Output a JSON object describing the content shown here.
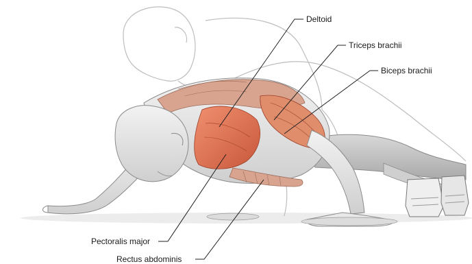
{
  "diagram": {
    "labels": {
      "deltoid": "Deltoid",
      "triceps": "Triceps brachii",
      "biceps": "Biceps brachii",
      "pectoralis": "Pectoralis major",
      "rectus": "Rectus abdominis"
    }
  },
  "colors": {
    "muscle_highlight": "#e07a55",
    "muscle_base": "#d9a48f",
    "skin": "#e8e8e8",
    "outline": "#8a8a8a",
    "leader_line": "#222222"
  }
}
